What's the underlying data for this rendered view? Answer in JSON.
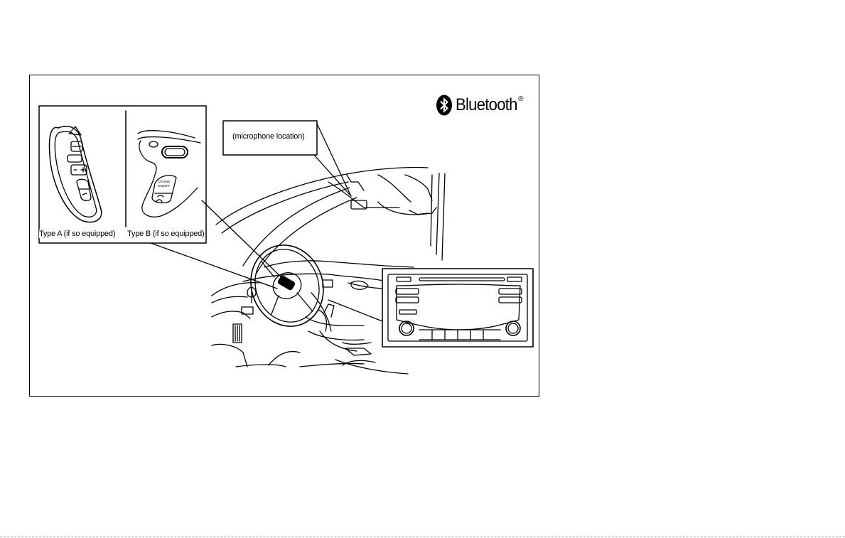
{
  "figure": {
    "labels": {
      "type_a": "Type A (if so equipped)",
      "type_b": "Type B (if so equipped)",
      "microphone": "(microphone location)"
    },
    "logo": {
      "wordmark": "Bluetooth",
      "registered": "®",
      "icon": "bluetooth-icon"
    },
    "type_b_buttons": {
      "cruise_line1": "CRUISE",
      "cruise_line2": "ON/OFF"
    }
  }
}
